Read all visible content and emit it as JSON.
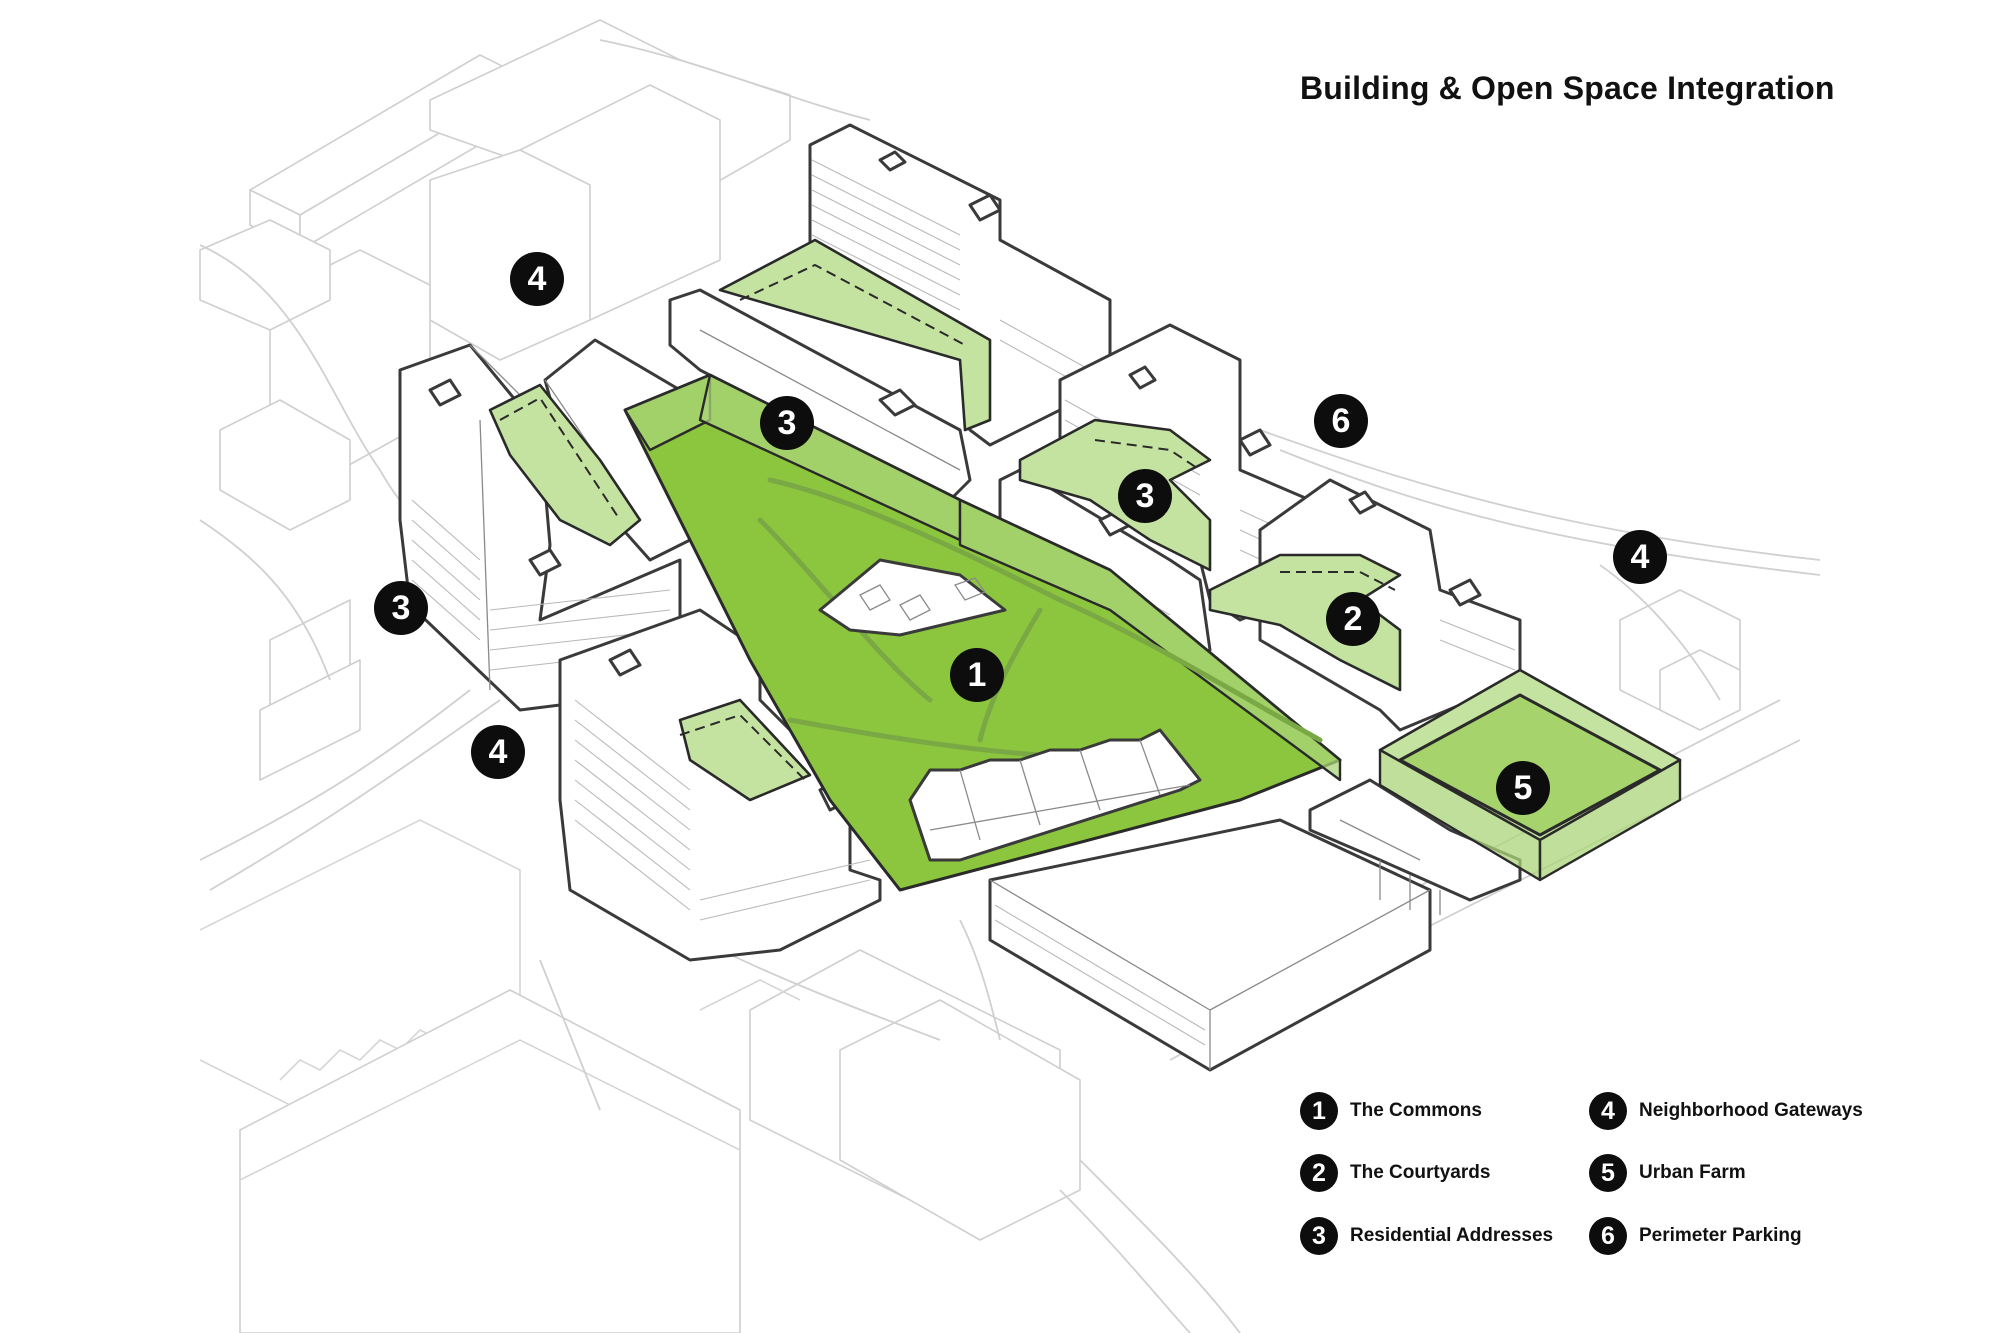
{
  "title": "Building & Open Space Integration",
  "colors": {
    "primary_green": "#8cc63f",
    "light_green": "#c5e3a0",
    "marker": "#0d0d0d",
    "building_outline": "#3a3a3a",
    "context": "#cfcfcf"
  },
  "legend": [
    {
      "number": "1",
      "label": "The Commons"
    },
    {
      "number": "2",
      "label": "The Courtyards"
    },
    {
      "number": "3",
      "label": "Residential Addresses"
    },
    {
      "number": "4",
      "label": "Neighborhood Gateways"
    },
    {
      "number": "5",
      "label": "Urban Farm"
    },
    {
      "number": "6",
      "label": "Perimeter Parking"
    }
  ],
  "markers": [
    "4",
    "3",
    "3",
    "3",
    "4",
    "1",
    "2",
    "6",
    "4",
    "5"
  ]
}
